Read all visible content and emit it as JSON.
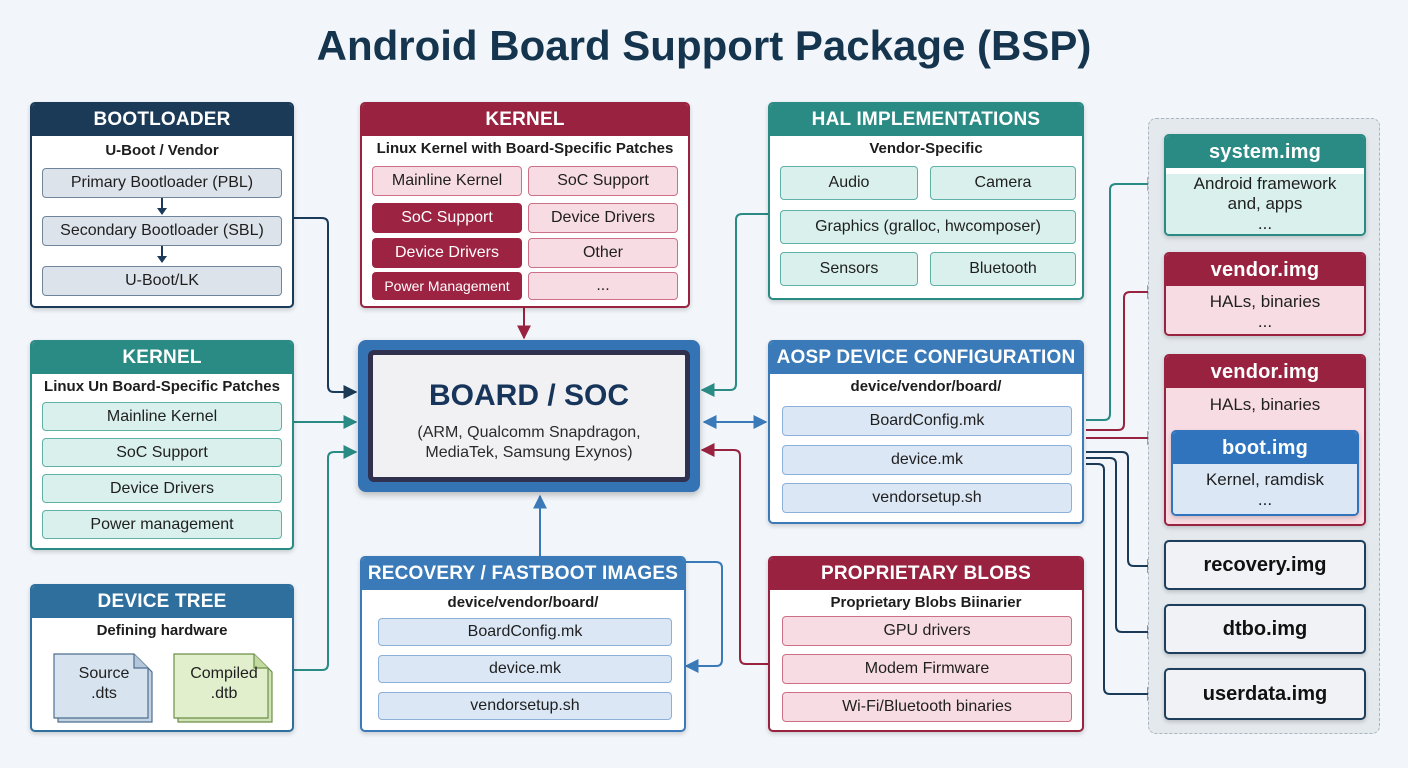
{
  "title": "Android Board Support Package (BSP)",
  "bootloader": {
    "header": "BOOTLOADER",
    "subtitle": "U-Boot / Vendor",
    "stages": [
      "Primary Bootloader (PBL)",
      "Secondary Bootloader (SBL)",
      "U-Boot/LK"
    ]
  },
  "kernel_left": {
    "header": "KERNEL",
    "subtitle": "Linux Un Board-Specific Patches",
    "items": [
      "Mainline Kernel",
      "SoC Support",
      "Device Drivers",
      "Power management"
    ]
  },
  "device_tree": {
    "header": "DEVICE TREE",
    "subtitle": "Defining hardware",
    "source": {
      "line1": "Source",
      "line2": ".dts"
    },
    "compiled": {
      "line1": "Compiled",
      "line2": ".dtb"
    }
  },
  "kernel_top": {
    "header": "KERNEL",
    "subtitle": "Linux Kernel with Board-Specific Patches",
    "items": [
      "Mainline Kernel",
      "SoC Support",
      "SoC Support",
      "Device Drivers",
      "Device Drivers",
      "Other",
      "Power Management",
      "..."
    ]
  },
  "board": {
    "title": "BOARD / SOC",
    "line1": "(ARM, Qualcomm Snapdragon,",
    "line2": "MediaTek, Samsung Exynos)"
  },
  "recovery": {
    "header": "RECOVERY / FASTBOOT IMAGES",
    "subtitle": "device/vendor/board/",
    "files": [
      "BoardConfig.mk",
      "device.mk",
      "vendorsetup.sh"
    ]
  },
  "hal": {
    "header": "HAL IMPLEMENTATIONS",
    "subtitle": "Vendor-Specific",
    "items": [
      "Audio",
      "Camera",
      "Graphics (gralloc, hwcomposer)",
      "Sensors",
      "Bluetooth"
    ]
  },
  "aosp": {
    "header": "AOSP DEVICE CONFIGURATION",
    "subtitle": "device/vendor/board/",
    "files": [
      "BoardConfig.mk",
      "device.mk",
      "vendorsetup.sh"
    ]
  },
  "blobs": {
    "header": "PROPRIETARY BLOBS",
    "subtitle": "Proprietary Blobs Biinarier",
    "items": [
      "GPU drivers",
      "Modem Firmware",
      "Wi-Fi/Bluetooth binaries"
    ]
  },
  "images": {
    "system": {
      "name": "system.img",
      "line1": "Android framework",
      "line2": "and, apps",
      "line3": "..."
    },
    "vendor1": {
      "name": "vendor.img",
      "line1": "HALs, binaries",
      "line2": "..."
    },
    "vendor2": {
      "name": "vendor.img",
      "line1": "HALs, binaries"
    },
    "boot": {
      "name": "boot.img",
      "line1": "Kernel, ramdisk",
      "line2": "..."
    },
    "recovery": "recovery.img",
    "dtbo": "dtbo.img",
    "userdata": "userdata.img"
  },
  "colors": {
    "navy": "#1b3a57",
    "crimson": "#98223f",
    "teal": "#2a8a84",
    "blue": "#3a7ab8"
  }
}
